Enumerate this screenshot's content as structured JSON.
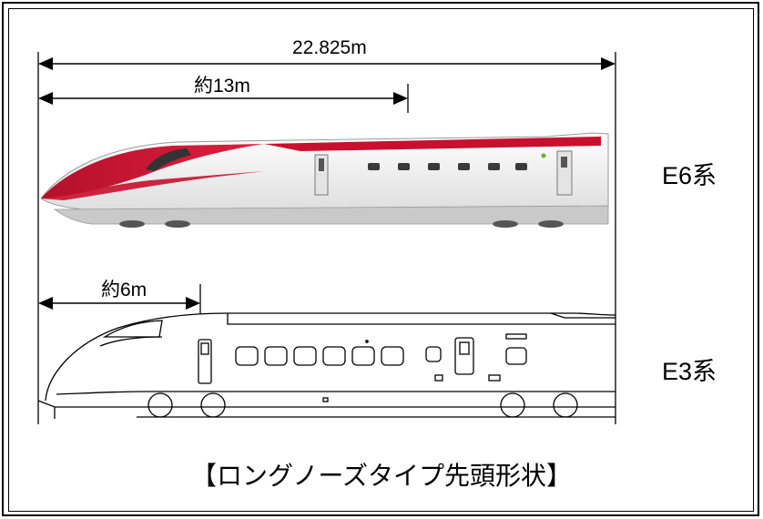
{
  "dimensions": {
    "full_length": "22.825m",
    "e6_nose": "約13m",
    "e3_nose": "約6m"
  },
  "trains": {
    "e6": {
      "name": "E6系",
      "body_color": "#f1f1f1",
      "nose_color": "#c8102e"
    },
    "e3": {
      "name": "E3系"
    }
  },
  "caption": "【ロングノーズタイプ先頭形状】"
}
